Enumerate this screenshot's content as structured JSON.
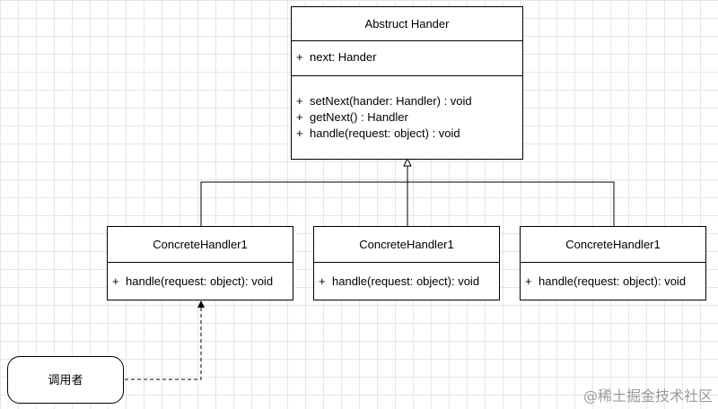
{
  "abstract_handler": {
    "title": "Abstruct Hander",
    "attributes": [
      {
        "vis": "+",
        "text": "next: Hander"
      }
    ],
    "methods": [
      {
        "vis": "+",
        "text": "setNext(hander: Handler) : void"
      },
      {
        "vis": "+",
        "text": "getNext() : Handler"
      },
      {
        "vis": "+",
        "text": "handle(request: object) : void"
      }
    ]
  },
  "concrete_handlers": [
    {
      "title": "ConcreteHandler1",
      "method": {
        "vis": "+",
        "text": "handle(request: object): void"
      }
    },
    {
      "title": "ConcreteHandler1",
      "method": {
        "vis": "+",
        "text": "handle(request: object): void"
      }
    },
    {
      "title": "ConcreteHandler1",
      "method": {
        "vis": "+",
        "text": "handle(request: object): void"
      }
    }
  ],
  "caller": {
    "label": "调用者"
  },
  "watermark": "@稀土掘金技术社区"
}
